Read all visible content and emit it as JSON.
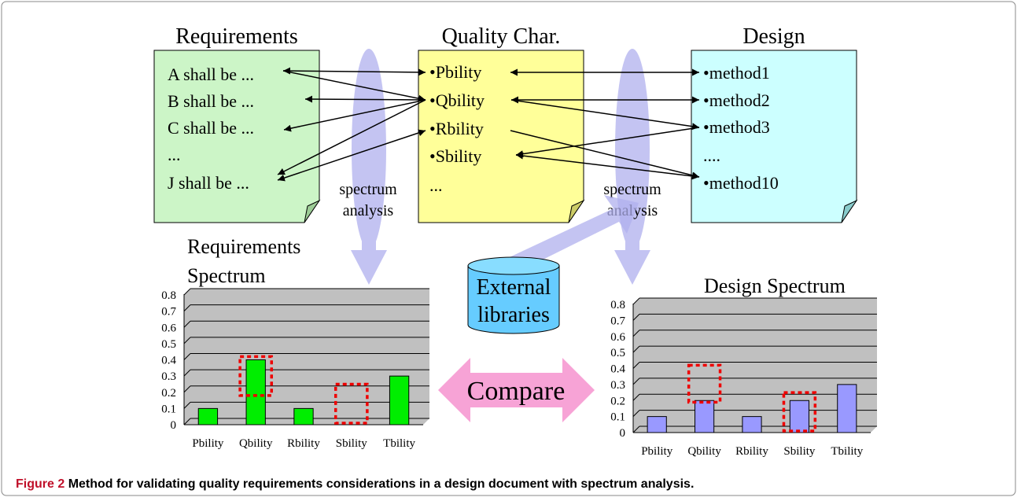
{
  "documents": {
    "requirements": {
      "title": "Requirements",
      "lines": [
        "A shall be ...",
        "B shall be ...",
        "C shall be ...",
        "...",
        "J shall be ..."
      ]
    },
    "quality": {
      "title": "Quality Char.",
      "lines": [
        "•Pbility",
        "•Qbility",
        "•Rbility",
        "•Sbility",
        "..."
      ]
    },
    "design": {
      "title": "Design",
      "lines": [
        "•method1",
        "•method2",
        "•method3",
        "....",
        "•method10"
      ]
    }
  },
  "labels": {
    "spectrum_analysis_1": [
      "spectrum",
      "analysis"
    ],
    "spectrum_analysis_2": [
      "spectrum",
      "analysis"
    ],
    "external_libraries": [
      "External",
      "libraries"
    ],
    "compare": "Compare"
  },
  "chart_data": [
    {
      "type": "bar",
      "title": [
        "Requirements",
        "Spectrum"
      ],
      "categories": [
        "Pbility",
        "Qbility",
        "Rbility",
        "Sbility",
        "Tbility"
      ],
      "values": [
        0.1,
        0.4,
        0.1,
        0,
        0.3
      ],
      "ylim": [
        0,
        0.8
      ],
      "yticks": [
        "0",
        "0.1",
        "0.2",
        "0.3",
        "0.4",
        "0.5",
        "0.6",
        "0.7",
        "0.8"
      ],
      "highlighted": [
        "Qbility",
        "Sbility"
      ],
      "bar_color": "#00ee00",
      "grid": true
    },
    {
      "type": "bar",
      "title": [
        "Design Spectrum"
      ],
      "categories": [
        "Pbility",
        "Qbility",
        "Rbility",
        "Sbility",
        "Tbility"
      ],
      "values": [
        0.1,
        0.2,
        0.1,
        0.2,
        0.3
      ],
      "ylim": [
        0,
        0.8
      ],
      "yticks": [
        "0",
        "0.1",
        "0.2",
        "0.3",
        "0.4",
        "0.5",
        "0.6",
        "0.7",
        "0.8"
      ],
      "highlighted": [
        "Qbility",
        "Sbility"
      ],
      "bar_color": "#9999ff",
      "grid": true
    }
  ],
  "caption": {
    "label": "Figure 2",
    "text": "Method for validating quality requirements considerations in a design document with spectrum analysis."
  },
  "colors": {
    "requirements_doc": "#ccf5c7",
    "quality_doc": "#ffff99",
    "design_doc": "#ccffff",
    "analysis_arrow": "#b0b0ee",
    "compare_arrow": "#f7a3d6",
    "cylinder": "#66ccff",
    "chart_bg": "#c0c0c0",
    "highlight_box": "#ee0000"
  }
}
